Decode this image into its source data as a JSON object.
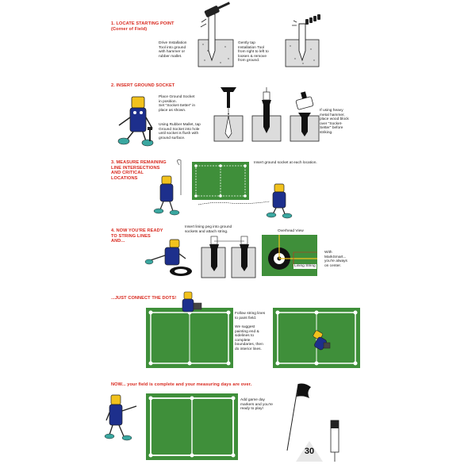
{
  "colors": {
    "title_red": "#d8271c",
    "field_green": "#3f8f3a",
    "line_white": "#ffffff",
    "mascot_blue": "#1d2f8c",
    "mascot_yellow": "#f2c21d",
    "mascot_teal": "#3aa7a0"
  },
  "steps": [
    {
      "title": "1. LOCATE STARTING POINT",
      "subtitle": "(Corner of Field)",
      "text_a": [
        "Drive Installation",
        "Tool into ground",
        "with hammer or",
        "rubber mallet."
      ],
      "text_b": [
        "Gently tap",
        "Installation Tool",
        "from right to left to",
        "loosen & remove",
        "from ground."
      ]
    },
    {
      "title": "2. INSERT GROUND SOCKET",
      "text_a": [
        "Place Ground Socket",
        "in position.",
        "Set \"Socket-Setter\" in",
        "place as shown."
      ],
      "text_b": [
        "Using Rubber Mallet, tap",
        "Ground Socket into hole",
        "until socket is flush with",
        "ground surface."
      ],
      "text_c": [
        "If using heavy",
        "metal hammer,",
        "place wood block",
        "over \"Socket-",
        "Setter\" before",
        "striking."
      ]
    },
    {
      "title": [
        "3. MEASURE REMAINING",
        "LINE INTERSECTIONS",
        "AND CRITICAL",
        "LOCATIONS"
      ],
      "text_a": "Insert ground socket at each location."
    },
    {
      "title": [
        "4. NOW YOU'RE READY",
        "TO STRING LINES",
        "AND..."
      ],
      "text_a": [
        "Insert lining peg into ground",
        "sockets and attach string."
      ],
      "overhead_label": "Overhead View",
      "lining_label": "Lining String",
      "text_b": [
        "With",
        "MarkSmart...",
        "you're always",
        "on center."
      ]
    },
    {
      "title": "...JUST CONNECT THE DOTS!",
      "text_a": [
        "Follow string lines",
        "to paint field."
      ],
      "text_b": [
        "We suggest",
        "painting end &",
        "sidelines to",
        "complete",
        "boundaries, then",
        "do interior lines."
      ]
    },
    {
      "title": "NOW... your field is complete and your measuring days are over.",
      "text_a": [
        "Add game day",
        "markers and you're",
        "ready to play!"
      ],
      "marker_number": "30"
    }
  ]
}
